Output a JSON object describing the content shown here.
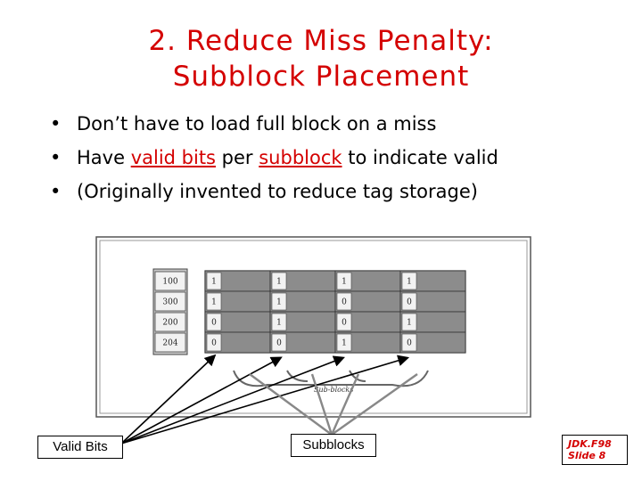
{
  "slide": {
    "title_line1": "2. Reduce Miss Penalty:",
    "title_line2": "Subblock Placement",
    "bullet_marker": "•",
    "bullets": {
      "b1": "Don’t have to load full block on a miss",
      "b2_pre": "Have ",
      "b2_link1": "valid bits",
      "b2_mid": " per ",
      "b2_link2": "subblock",
      "b2_post": " to indicate valid",
      "b3": "(Originally invented to reduce tag storage)"
    },
    "colors": {
      "title": "#d40000",
      "underline_text": "#d40000"
    }
  },
  "figure": {
    "tags": [
      "100",
      "300",
      "200",
      "204"
    ],
    "valid_bits": [
      [
        "1",
        "1",
        "1",
        "1"
      ],
      [
        "1",
        "1",
        "0",
        "0"
      ],
      [
        "0",
        "1",
        "0",
        "1"
      ],
      [
        "0",
        "0",
        "1",
        "0"
      ]
    ],
    "annotation": "Sub-blocks"
  },
  "labels": {
    "valid_bits": "Valid Bits",
    "subblocks": "Subblocks"
  },
  "footer": {
    "line1": "JDK.F98",
    "line2": "Slide 8"
  }
}
